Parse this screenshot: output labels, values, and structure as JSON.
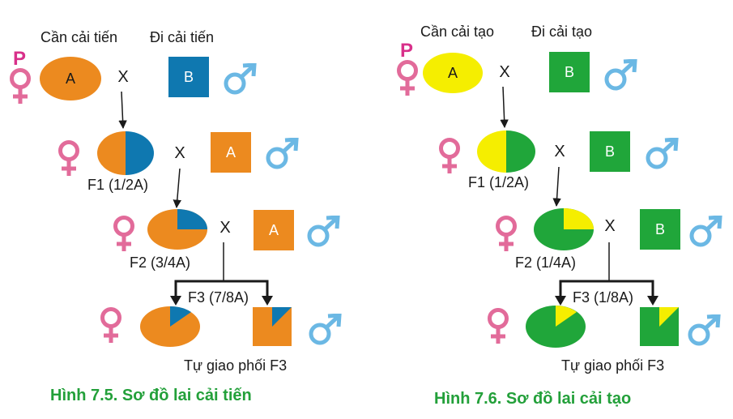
{
  "colors": {
    "orange": "#ec8a1f",
    "blue": "#0f78b0",
    "yellow": "#f5ee00",
    "green": "#20a63a",
    "female": "#e26b9a",
    "male": "#6bb8e4",
    "caption": "#23a03a",
    "p_label": "#d8308a"
  },
  "icons": [
    "female-symbol-icon",
    "male-symbol-icon"
  ],
  "left": {
    "head_left": "Cần cải tiến",
    "head_right": "Đi cải tiến",
    "p": "P",
    "a": "A",
    "b": "B",
    "x": "X",
    "f1": "F1 (1/2A)",
    "f2": "F2 (3/4A)",
    "f3": "F3 (7/8A)",
    "self": "Tự giao phối F3",
    "caption": "Hình 7.5. Sơ đồ lai cải tiến"
  },
  "right": {
    "head_left": "Cần cải tạo",
    "head_right": "Đi cải tạo",
    "p": "P",
    "a": "A",
    "b": "B",
    "x": "X",
    "f1": "F1 (1/2A)",
    "f2": "F2 (1/4A)",
    "f3": "F3 (1/8A)",
    "self": "Tự giao phối F3",
    "caption": "Hình 7.6. Sơ đồ lai cải tạo"
  }
}
